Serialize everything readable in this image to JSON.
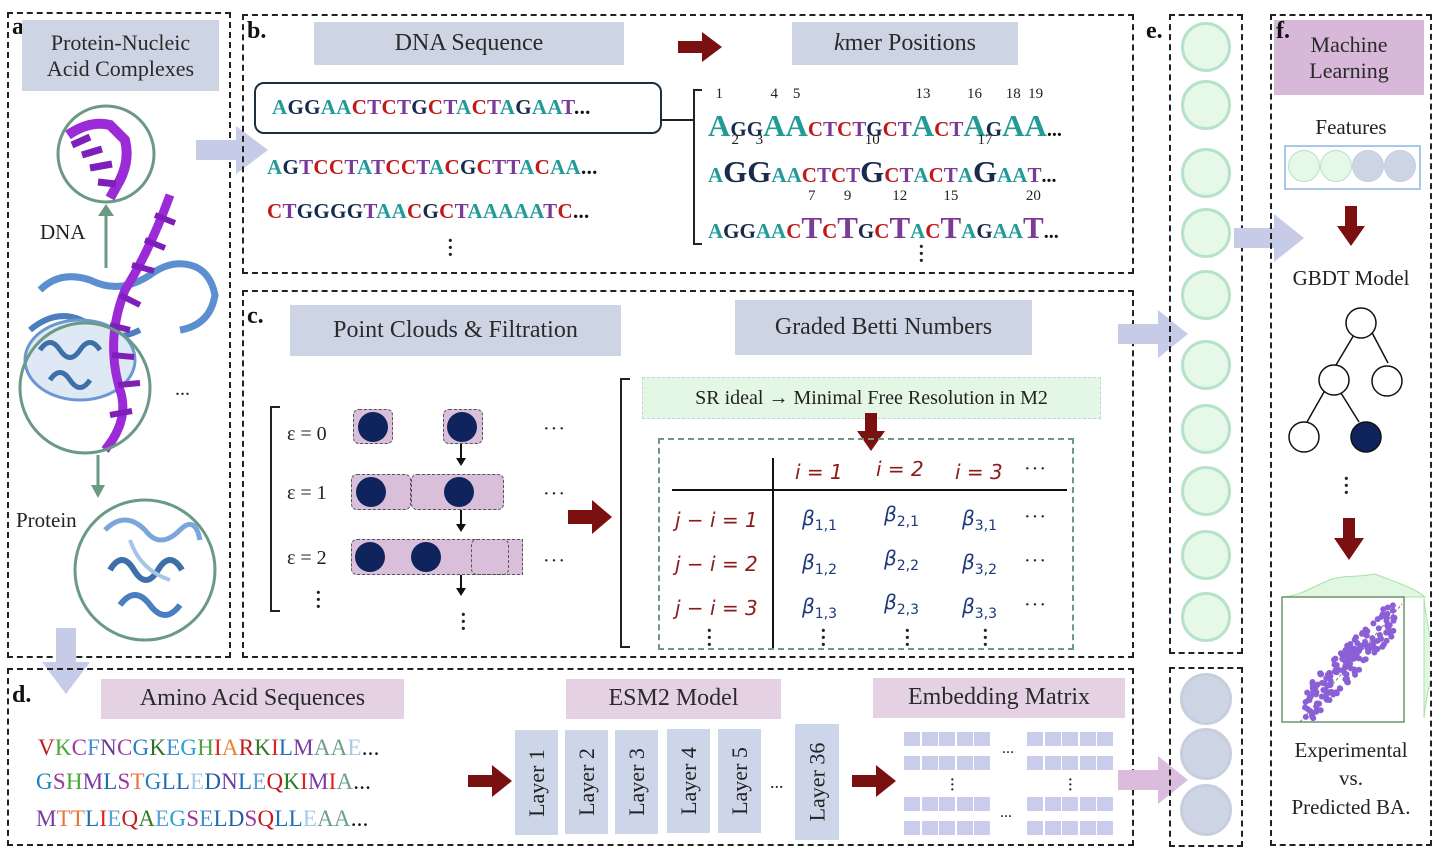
{
  "panels": {
    "a": {
      "label": "a.",
      "title_line1": "Protein-Nucleic",
      "title_line2": "Acid Complexes",
      "dna_label": "DNA",
      "protein_label": "Protein",
      "ellipsis": "..."
    },
    "b": {
      "label": "b.",
      "header_left": "DNA Sequence",
      "header_right_italic": "k",
      "header_right_rest": "mer Positions",
      "sequences": [
        "AGGAACTCTGCTACTAGAAT",
        "AGTCCTATCCTACGCTTACAA",
        "CTGGGGTAACGCTAAAAATC"
      ],
      "seq_ellipsis": "...",
      "nucleotide_colors": {
        "A": "#229b98",
        "G": "#172b4d",
        "C": "#c01a1a",
        "T": "#7b3a9a"
      },
      "kmer_rows": [
        {
          "highlight": "A",
          "sequence": "AGGAACTCTGCTACTAGAA",
          "positions": [
            1,
            4,
            5,
            13,
            16,
            18,
            19
          ]
        },
        {
          "highlight": "G",
          "sequence": "AGGAACTCTGCTACTAGAAT",
          "positions": [
            2,
            3,
            10,
            17
          ]
        },
        {
          "highlight": "T",
          "sequence": "AGGAACTCTGCTACTAGAAT",
          "positions": [
            7,
            9,
            12,
            15,
            20
          ]
        }
      ]
    },
    "c": {
      "label": "c.",
      "header_left": "Point Clouds & Filtration",
      "header_right": "Graded Betti Numbers",
      "filtration_levels": [
        "ε = 0",
        "ε = 1",
        "ε = 2"
      ],
      "ellipsis": "···",
      "sr_box": "SR ideal → Minimal Free Resolution in M2",
      "table": {
        "col_headers": [
          "i = 1",
          "i = 2",
          "i = 3"
        ],
        "row_headers": [
          "j − i = 1",
          "j − i = 2",
          "j − i = 3"
        ],
        "cells": [
          [
            [
              "1",
              "1"
            ],
            [
              "2",
              "1"
            ],
            [
              "3",
              "1"
            ]
          ],
          [
            [
              "1",
              "2"
            ],
            [
              "2",
              "2"
            ],
            [
              "3",
              "2"
            ]
          ],
          [
            [
              "1",
              "3"
            ],
            [
              "2",
              "3"
            ],
            [
              "3",
              "3"
            ]
          ]
        ],
        "symbol": "β"
      }
    },
    "d": {
      "label": "d.",
      "header_left": "Amino Acid Sequences",
      "header_mid": "ESM2 Model",
      "header_right": "Embedding Matrix",
      "aa_sequences": [
        {
          "letters": "VKCFNCGKEGHIARKILMAAE",
          "colors": [
            "#c41a1a",
            "#4aa63a",
            "#9a3aa0",
            "#3f8fd0",
            "#6a3a9e",
            "#9a3aa0",
            "#1f7fc0",
            "#2f6f2a",
            "#3f8fd0",
            "#1fa0d8",
            "#4aa63a",
            "#e02020",
            "#e8843a",
            "#c41a1a",
            "#2f7a2a",
            "#e02020",
            "#1f6fb8",
            "#7a3aa0",
            "#6aa08a",
            "#6aa08a",
            "#a8c8e8"
          ]
        },
        {
          "letters": "GSHMLSTGLLEDNLEQKIMIA",
          "colors": [
            "#1f7fc0",
            "#9a3aa0",
            "#4aa63a",
            "#7a3aa0",
            "#1f6fb8",
            "#9a3aa0",
            "#e8743a",
            "#1f7fc0",
            "#1f6fb8",
            "#1f6fb8",
            "#a8c8e8",
            "#1f5fa8",
            "#6a3a9e",
            "#1f6fb8",
            "#5aa0d8",
            "#c41a1a",
            "#2f7a2a",
            "#e02020",
            "#7a3aa0",
            "#e02020",
            "#6aa08a"
          ]
        },
        {
          "letters": "MTTLIEQAEGSELDSQLLEAA",
          "colors": [
            "#7a3aa0",
            "#e8743a",
            "#e8743a",
            "#1f6fb8",
            "#e02020",
            "#5aa0d8",
            "#c41a1a",
            "#2f7a2a",
            "#5aa0d8",
            "#1fa0d8",
            "#9a3aa0",
            "#3f8fd0",
            "#1f6fb8",
            "#1f5fa8",
            "#9a3aa0",
            "#c41a1a",
            "#1f6fb8",
            "#1f6fb8",
            "#a8c8e8",
            "#6aa08a",
            "#6aa08a"
          ]
        }
      ],
      "aa_ellipsis": "...",
      "layers": [
        "Layer 1",
        "Layer 2",
        "Layer 3",
        "Layer 4",
        "Layer 5",
        "Layer 36"
      ],
      "layer_ellipsis": "...",
      "matrix_ellipsis": "...",
      "matrix_vdots": "⋮"
    },
    "e": {
      "label": "e.",
      "green_nodes": 10,
      "blue_nodes": 3
    },
    "f": {
      "label": "f.",
      "title_line1": "Machine",
      "title_line2": "Learning",
      "features_label": "Features",
      "feature_nodes": [
        "green",
        "green",
        "blue",
        "blue"
      ],
      "model_label": "GBDT Model",
      "result_line1": "Experimental",
      "result_line2": "vs.",
      "result_line3": "Predicted BA."
    }
  },
  "colors": {
    "arrow_red": "#7a1010",
    "header_blue": "#cdd5e4",
    "header_pink": "#e4d2e4",
    "header_mauve": "#d8b8d8",
    "node_green": "#e6f8e8",
    "node_blue": "#cdd5e4",
    "dot_navy": "#0f245c",
    "scatter_purple": "#8b5fd6"
  }
}
